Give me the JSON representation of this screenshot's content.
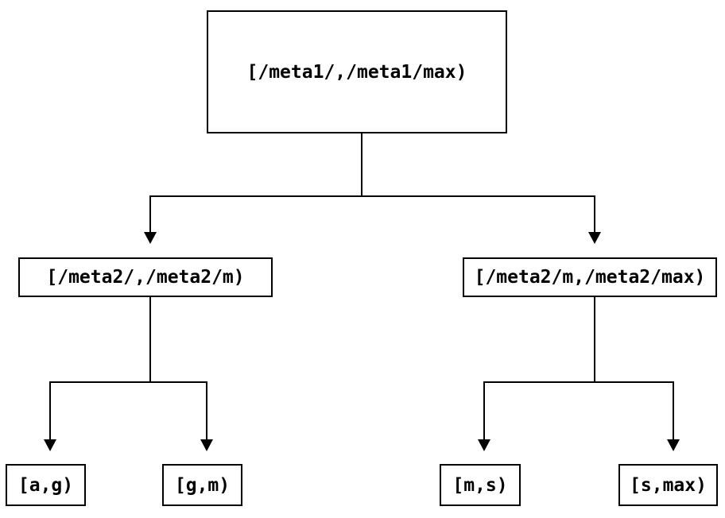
{
  "diagram": {
    "type": "binary-tree",
    "colors": {
      "background": "#ffffff",
      "line": "#000000",
      "box_border": "#000000",
      "box_fill": "#ffffff",
      "text": "#000000"
    },
    "root": {
      "label": "[/meta1/,/meta1/max)"
    },
    "level2": [
      {
        "label": "[/meta2/,/meta2/m)"
      },
      {
        "label": "[/meta2/m,/meta2/max)"
      }
    ],
    "leaves": [
      {
        "label": "[a,g)"
      },
      {
        "label": "[g,m)"
      },
      {
        "label": "[m,s)"
      },
      {
        "label": "[s,max)"
      }
    ]
  }
}
